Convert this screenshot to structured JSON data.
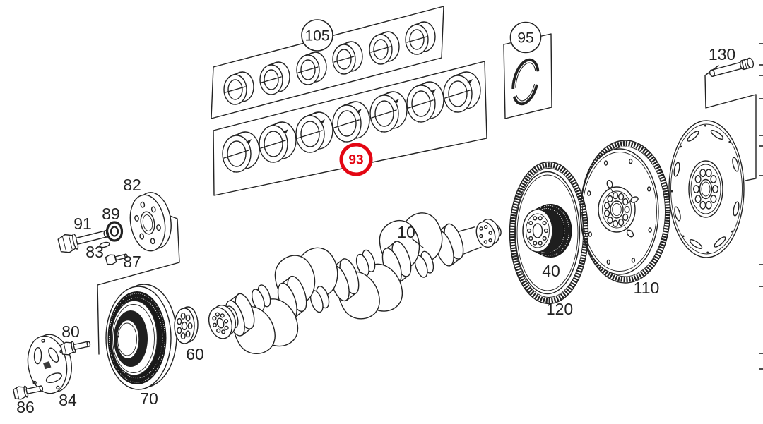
{
  "diagram": {
    "background": "#ffffff",
    "line_color": "#222222",
    "highlight_color": "#e30613",
    "selected_part": "93",
    "callouts": {
      "upper_main_bearings": "105",
      "snap_ring": "95",
      "lower_main_bearings": "93"
    },
    "part_labels": {
      "crankshaft": "10",
      "gear_hub": "40",
      "thrust_washer": "60",
      "vibration_damper": "70",
      "bolt_80": "80",
      "front_flange": "82",
      "key_83": "83",
      "cover_plate": "84",
      "bolt_86": "86",
      "bolt_87": "87",
      "pilot_bearing": "89",
      "center_bolt": "91",
      "flywheel": "110",
      "ring_gear": "120",
      "bolt_130": "130"
    }
  }
}
